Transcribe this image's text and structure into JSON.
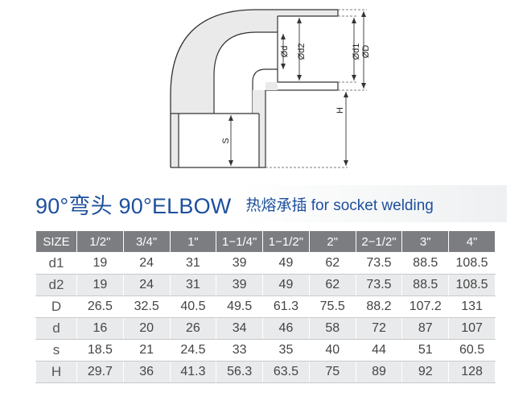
{
  "drawing": {
    "labels": {
      "d": "Ød",
      "d2": "Ød2",
      "d1": "Ød1",
      "D": "ØD",
      "H": "H",
      "S": "S"
    }
  },
  "title": {
    "main": "90°弯头 90°ELBOW",
    "sub": "热熔承插 for socket welding"
  },
  "table": {
    "corner": "SIZE",
    "sizes": [
      "1/2\"",
      "3/4\"",
      "1\"",
      "1−1/4\"",
      "1−1/2\"",
      "2\"",
      "2−1/2\"",
      "3\"",
      "4\""
    ],
    "rows": [
      {
        "label": "d1",
        "values": [
          "19",
          "24",
          "31",
          "39",
          "49",
          "62",
          "73.5",
          "88.5",
          "108.5"
        ]
      },
      {
        "label": "d2",
        "values": [
          "19",
          "24",
          "31",
          "39",
          "49",
          "62",
          "73.5",
          "88.5",
          "108.5"
        ]
      },
      {
        "label": "D",
        "values": [
          "26.5",
          "32.5",
          "40.5",
          "49.5",
          "61.3",
          "75.5",
          "88.2",
          "107.2",
          "131"
        ]
      },
      {
        "label": "d",
        "values": [
          "16",
          "20",
          "26",
          "34",
          "46",
          "58",
          "72",
          "87",
          "107"
        ]
      },
      {
        "label": "s",
        "values": [
          "18.5",
          "21",
          "24.5",
          "33",
          "35",
          "40",
          "44",
          "51",
          "60.5"
        ]
      },
      {
        "label": "H",
        "values": [
          "29.7",
          "36",
          "41.3",
          "56.3",
          "63.5",
          "75",
          "89",
          "92",
          "128"
        ]
      }
    ]
  }
}
